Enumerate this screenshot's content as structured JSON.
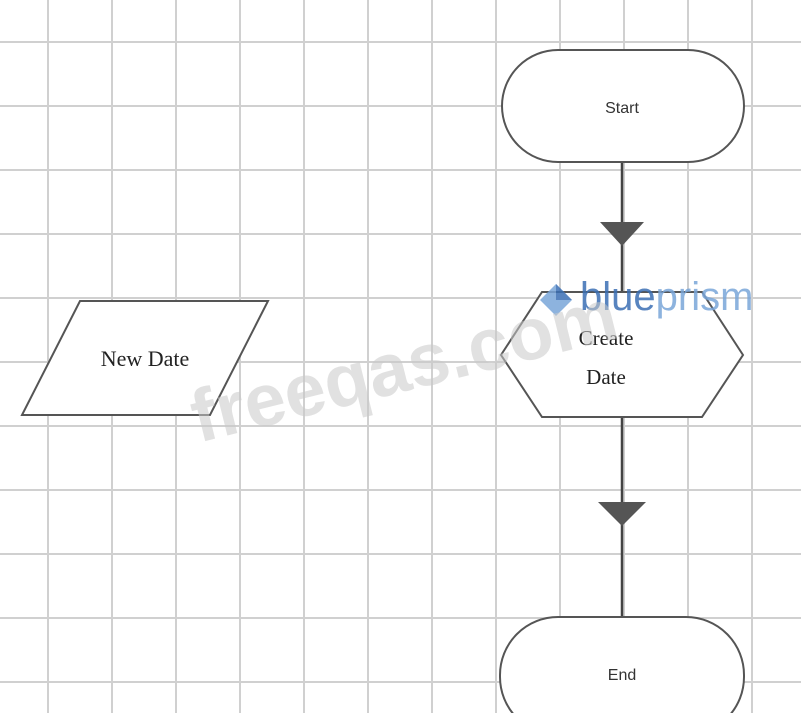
{
  "diagram": {
    "start_label": "Start",
    "process_label_line1": "Create",
    "process_label_line2": "Date",
    "data_item_label": "New Date",
    "end_label": "End"
  },
  "watermarks": {
    "site": "freeqas.com",
    "logo_text_1": "blue",
    "logo_text_2": "prism"
  },
  "colors": {
    "grid": "#d0d0d0",
    "stroke": "#555555",
    "connector": "#444444",
    "watermark": "#c9c9c9",
    "logo_dark": "#3b6fb4",
    "logo_light": "#7aa6d9"
  }
}
